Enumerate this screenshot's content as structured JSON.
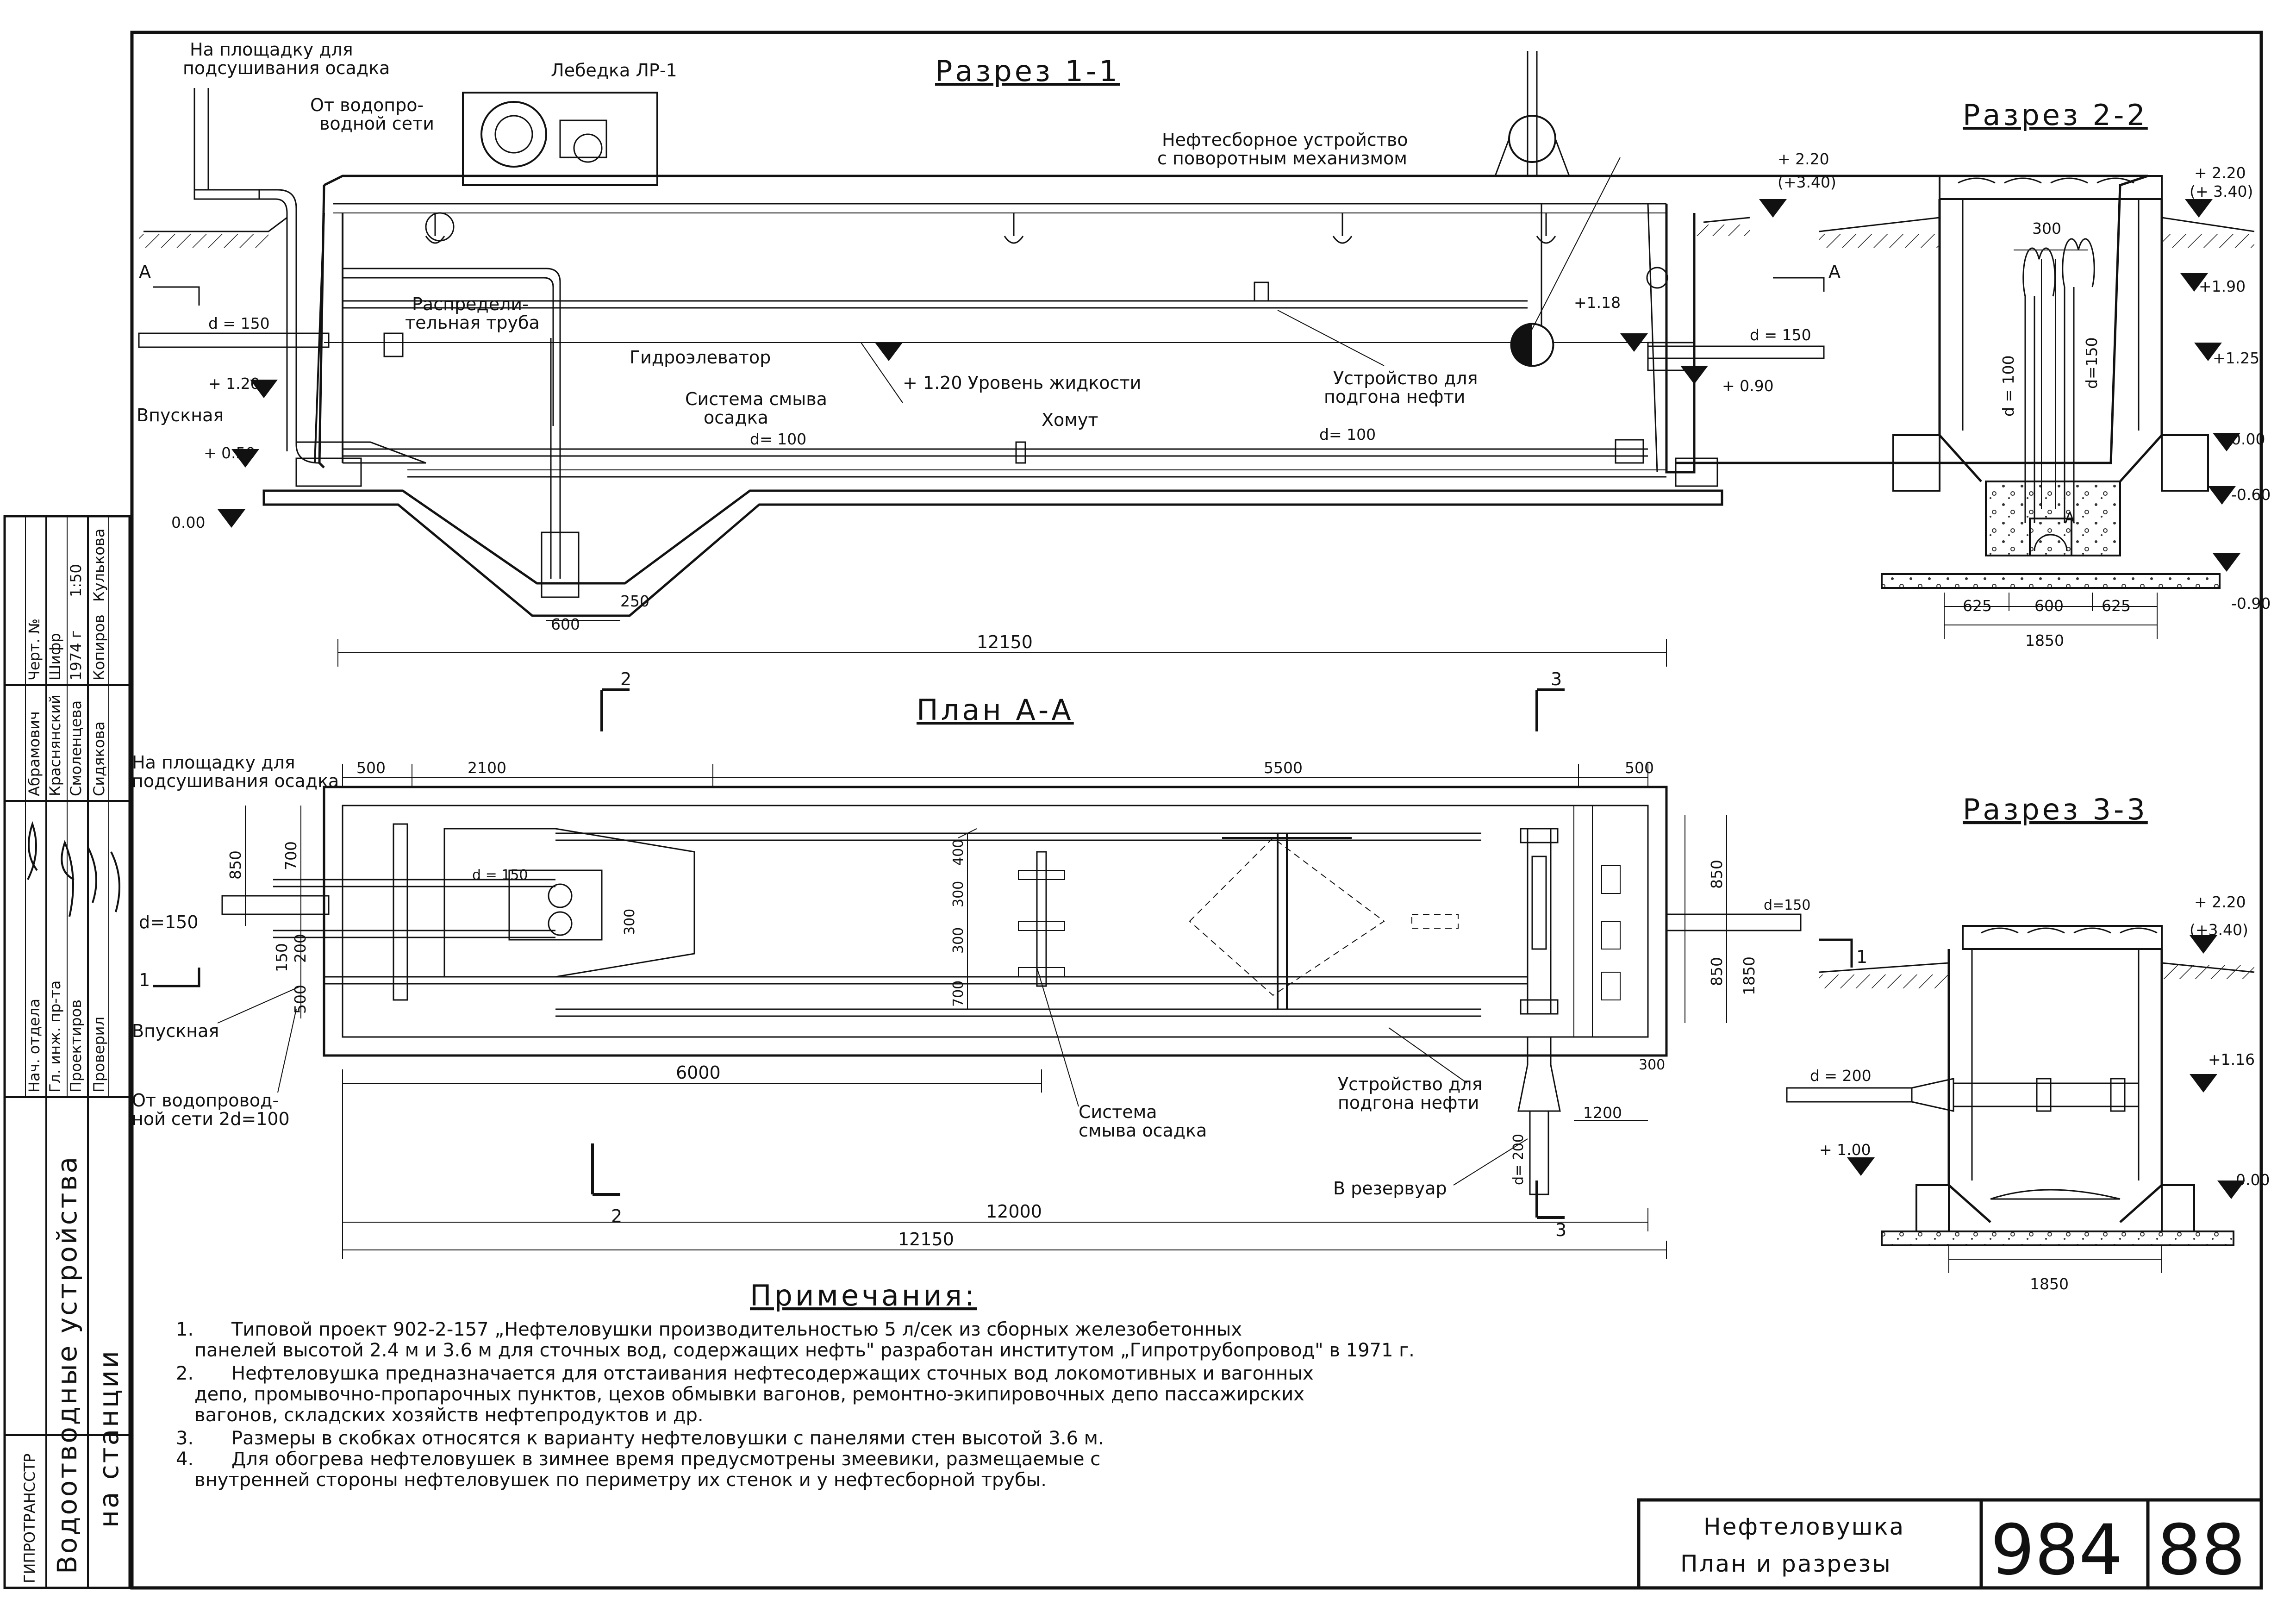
{
  "views": {
    "section_1": {
      "title": "Разрез 1-1",
      "labels": {
        "platform": [
          "На площадку для",
          "подсушивания осадка"
        ],
        "water_supply": [
          "От водопро-",
          "водной сети"
        ],
        "winch": "Лебедка ЛР-1",
        "oil_collector": [
          "Нефтесборное устройство",
          "с поворотным механизмом"
        ],
        "distribution_pipe": [
          "Распредели-",
          "тельная труба"
        ],
        "hydroelevator": "Гидроэлеватор",
        "liquid_level": "+ 1.20 Уровень жидкости",
        "flush_system": [
          "Система смыва",
          "осадка"
        ],
        "clamp": "Хомут",
        "oil_drive": [
          "Устройство для",
          "подгона нефти"
        ],
        "inlet": "Впускная",
        "mark_a": "А"
      },
      "dims": {
        "d150_left": "d = 150",
        "d150_right": "d = 150",
        "d100_a": "d= 100",
        "d100_b": "d= 100",
        "w600": "600",
        "w250": "250",
        "len": "12150"
      },
      "elevations": {
        "e220": "+ 2.20",
        "e340": "(+3.40)",
        "e118": "+1.18",
        "e090": "+ 0.90",
        "e120": "+ 1.20",
        "e050": "+ 0.50",
        "e000": "0.00"
      }
    },
    "section_2": {
      "title": "Разрез 2-2",
      "dims": {
        "top": "300",
        "d100": "d = 100",
        "d150": "d=150",
        "w625a": "625",
        "w600": "600",
        "w625b": "625",
        "total": "1850",
        "mark_a": "А"
      },
      "elevations": {
        "e220": "+ 2.20",
        "e340": "(+ 3.40)",
        "e190": "+1.90",
        "e125": "+1.25",
        "e000": "0.00",
        "e060": "-0.60",
        "e090": "-0.90"
      }
    },
    "section_3": {
      "title": "Разрез 3-3",
      "dims": {
        "d200": "d = 200",
        "total": "1850"
      },
      "elevations": {
        "e220": "+ 2.20",
        "e340": "(+3.40)",
        "e116": "+1.16",
        "e100": "+ 1.00",
        "e000": "0.00"
      }
    },
    "plan": {
      "title": "План А-А",
      "labels": {
        "platform": [
          "На площадку для",
          "подсушивания осадка"
        ],
        "inlet": "Впускная",
        "water_supply": [
          "От водопровод-",
          "ной сети 2d=100"
        ],
        "flush_system": [
          "Система",
          "смыва осадка"
        ],
        "oil_drive": [
          "Устройство для",
          "подгона нефти"
        ],
        "reservoir": "В резервуар",
        "cut2": "2",
        "cut3": "3",
        "cut1": "1"
      },
      "dims": {
        "d500a": "500",
        "d2100": "2100",
        "d5500": "5500",
        "d500b": "500",
        "d850a": "850",
        "d700a": "700",
        "d150": "150",
        "d200": "200",
        "d500c": "500",
        "d_150": "d=150",
        "d_150b": "d = 150",
        "d300c": "300",
        "v400": "400",
        "v300a": "300",
        "v300b": "300",
        "v700": "700",
        "d850b": "850",
        "d850c": "850",
        "d1850": "1850",
        "d_150r": "d=150",
        "d300r": "300",
        "d_200": "d= 200",
        "d1200": "1200",
        "d6000": "6000",
        "d12000": "12000",
        "d12150": "12150"
      }
    }
  },
  "notes": {
    "title": "Примечания:",
    "items": [
      [
        "1.",
        "Типовой проект 902-2-157 „Нефтеловушки производительностью 5 л/сек из сборных железобетонных"
      ],
      [
        "",
        "панелей высотой 2.4 м и 3.6 м для сточных вод, содержащих нефть\" разработан институтом „Гипротрубопровод\" в 1971 г."
      ],
      [
        "2.",
        "Нефтеловушка предназначается для отстаивания нефтесодержащих сточных вод локомотивных и вагонных"
      ],
      [
        "",
        "депо, промывочно-пропарочных пунктов, цехов обмывки вагонов, ремонтно-экипировочных депо пассажирских"
      ],
      [
        "",
        "вагонов, складских хозяйств нефтепродуктов и др."
      ],
      [
        "3.",
        "Размеры в скобках относятся к варианту нефтеловушки с панелями стен высотой 3.6 м."
      ],
      [
        "4.",
        "Для обогрева нефтеловушек в зимнее время предусмотрены змеевики, размещаемые с"
      ],
      [
        "",
        "внутренней стороны нефтеловушек по периметру их стенок и у нефтесборной трубы."
      ]
    ]
  },
  "title_block": {
    "name": "Нефтеловушка",
    "subtitle": "План и разрезы",
    "number": "984",
    "sheet": "88"
  },
  "side_stamp": {
    "vertical_title": [
      "Водоотводные устройства",
      "на станции"
    ],
    "org": "ГИПРОТРАНССТР",
    "roles": [
      "Нач. отдела",
      "Гл. инж. пр-та",
      "Проектиров",
      "Проверил"
    ],
    "names": [
      "Абрамович",
      "Краснянский",
      "Смоленцева",
      "Сидякова"
    ],
    "codes": [
      "Черт. №",
      "Шифр",
      "1974 г",
      "Копиров"
    ],
    "codes2": [
      "",
      "",
      "1:50",
      "Кулькова"
    ]
  }
}
